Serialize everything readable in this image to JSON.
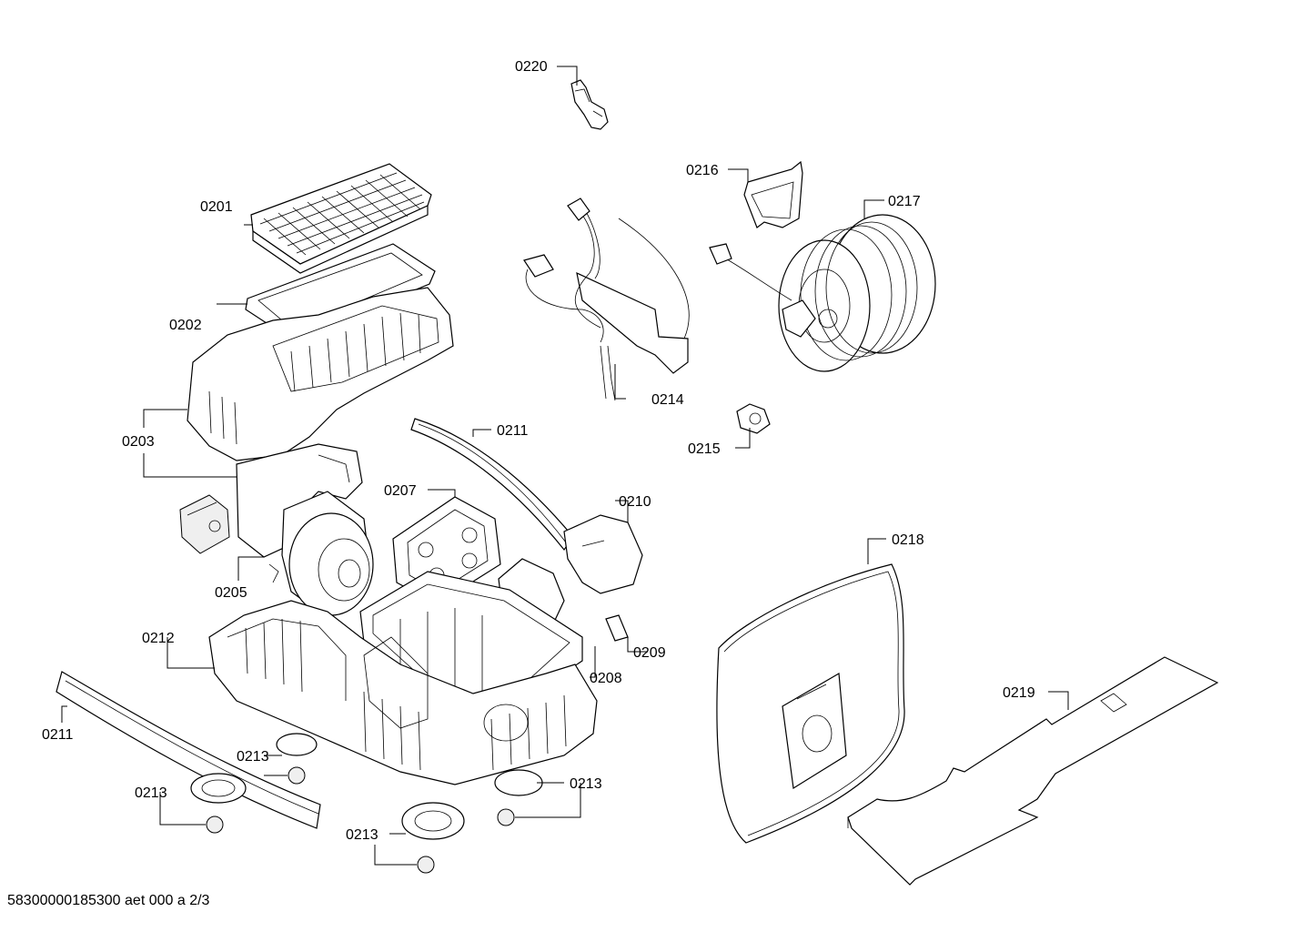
{
  "footer": {
    "code": "58300000185300 aet 000 a 2/3"
  },
  "labels": {
    "l0220": "0220",
    "l0216": "0216",
    "l0217": "0217",
    "l0201": "0201",
    "l0202": "0202",
    "l0214": "0214",
    "l0215": "0215",
    "l0203": "0203",
    "l0211a": "0211",
    "l0207": "0207",
    "l0210": "0210",
    "l0205": "0205",
    "l0218": "0218",
    "l0212": "0212",
    "l0209": "0209",
    "l0208": "0208",
    "l0219": "0219",
    "l0211b": "0211",
    "l0213a": "0213",
    "l0213b": "0213",
    "l0213c": "0213",
    "l0213d": "0213"
  }
}
